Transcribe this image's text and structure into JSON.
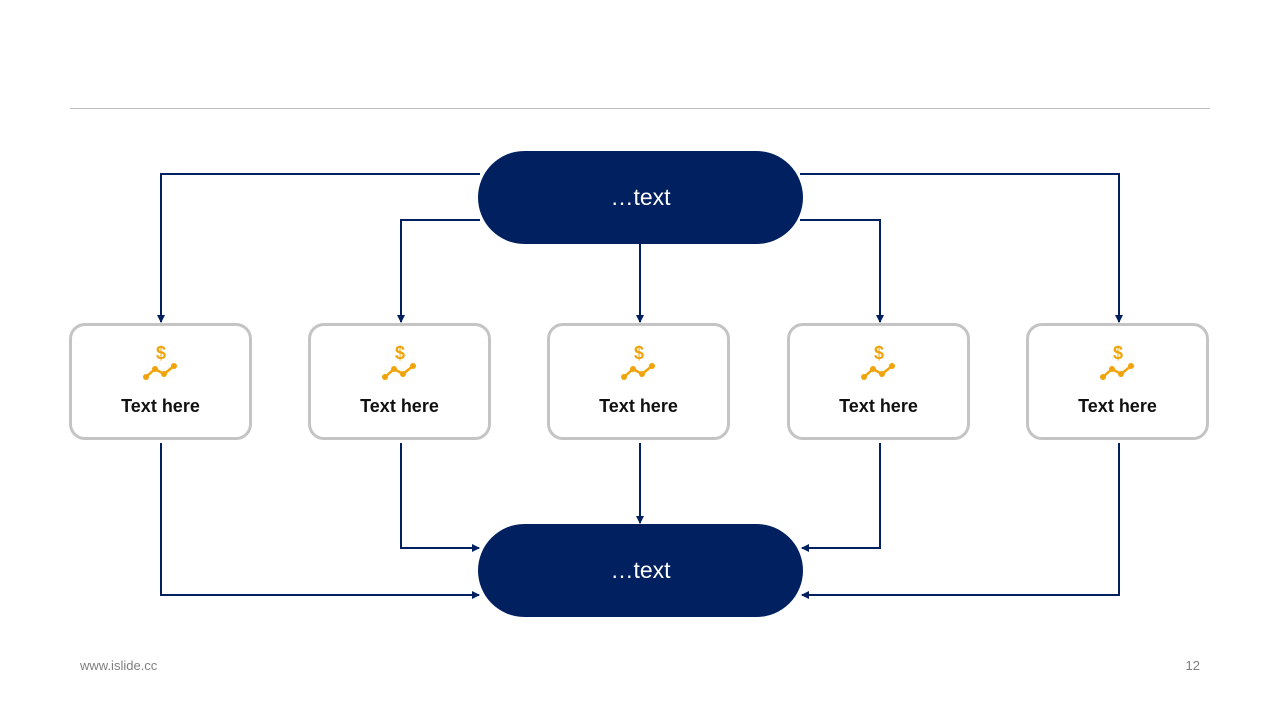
{
  "colors": {
    "navy": "#002060",
    "icon": "#F0A30A",
    "border": "#C4C4C4",
    "divider": "#BFBFBF"
  },
  "top_node": {
    "label": "…text"
  },
  "bottom_node": {
    "label": "…text"
  },
  "nodes": [
    {
      "label": "Text here",
      "icon": "dollar-chart-icon"
    },
    {
      "label": "Text here",
      "icon": "dollar-chart-icon"
    },
    {
      "label": "Text here",
      "icon": "dollar-chart-icon"
    },
    {
      "label": "Text here",
      "icon": "dollar-chart-icon"
    },
    {
      "label": "Text here",
      "icon": "dollar-chart-icon"
    }
  ],
  "footer": {
    "website": "www.islide.cc",
    "page_number": "12"
  }
}
